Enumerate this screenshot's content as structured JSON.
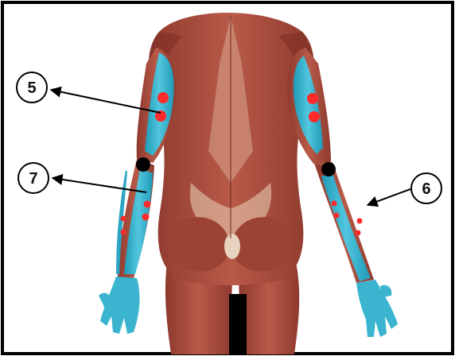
{
  "callouts": [
    {
      "id": "5",
      "label": "5"
    },
    {
      "id": "6",
      "label": "6"
    },
    {
      "id": "7",
      "label": "7"
    }
  ],
  "colors": {
    "frame": "#000000",
    "muscle": "#a94a3c",
    "muscle_dark": "#7a2c22",
    "fascia": "#e6c9b0",
    "highlight": "#3ab4cf",
    "trigger_point": "#ff2a2a",
    "joint_marker": "#000000",
    "background": "#ffffff"
  }
}
